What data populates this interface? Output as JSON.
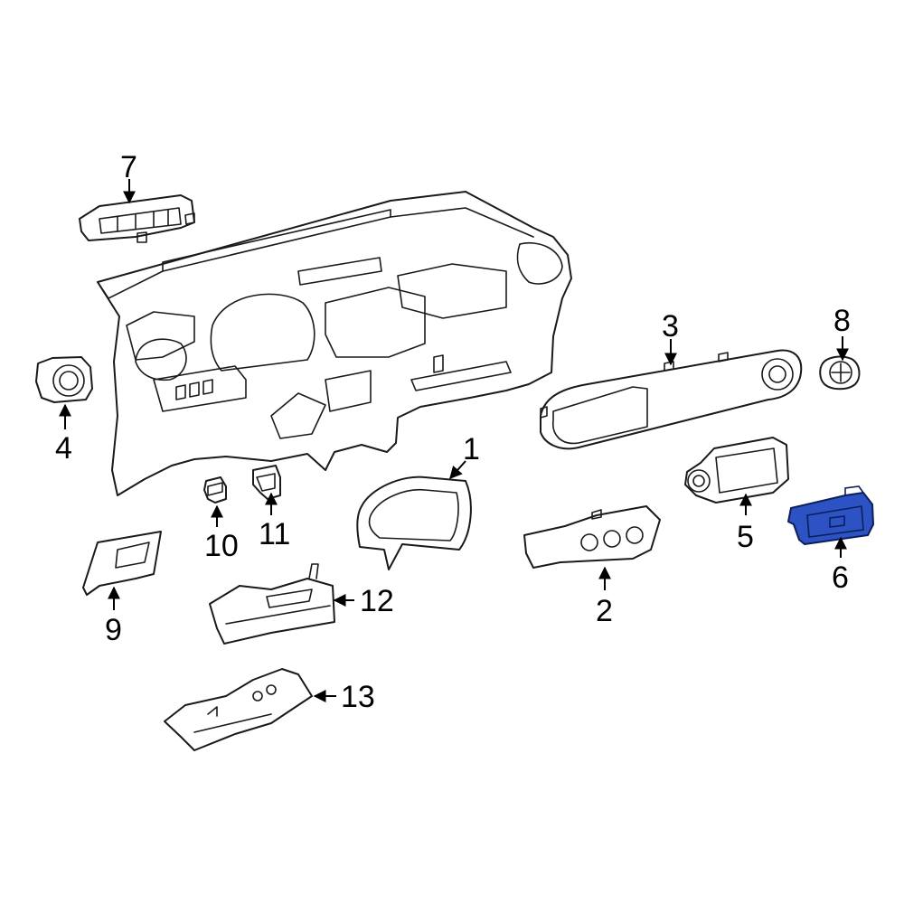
{
  "diagram": {
    "highlight_color": "#2c52c4",
    "callouts": [
      {
        "id": "1",
        "label": "1"
      },
      {
        "id": "2",
        "label": "2"
      },
      {
        "id": "3",
        "label": "3"
      },
      {
        "id": "4",
        "label": "4"
      },
      {
        "id": "5",
        "label": "5"
      },
      {
        "id": "6",
        "label": "6",
        "highlighted": true
      },
      {
        "id": "7",
        "label": "7"
      },
      {
        "id": "8",
        "label": "8"
      },
      {
        "id": "9",
        "label": "9"
      },
      {
        "id": "10",
        "label": "10"
      },
      {
        "id": "11",
        "label": "11"
      },
      {
        "id": "12",
        "label": "12"
      },
      {
        "id": "13",
        "label": "13"
      }
    ]
  }
}
